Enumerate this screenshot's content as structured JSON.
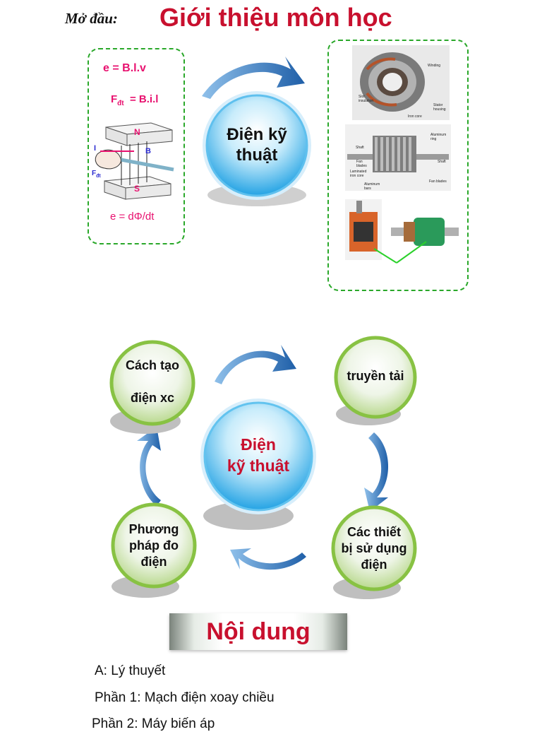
{
  "header": {
    "intro_label": "Mở đầu:",
    "title": "Giới thiệu môn học"
  },
  "formulas": {
    "emf": "e  =  B.l.v",
    "force_sym": "F",
    "force_sub": "đt",
    "force_rhs": "= B.i.l",
    "faraday": "e = dΦ/dt",
    "diagram_labels": {
      "north": "N",
      "south": "S",
      "b_field": "B",
      "current": "I",
      "force_sym": "F",
      "force_sub": "đt"
    }
  },
  "center_orb_top": {
    "line1": "Điện kỹ",
    "line2": "thuật"
  },
  "photos": {
    "stator_labels": [
      "Winding",
      "Slot insulation",
      "Stator housing",
      "Iron core"
    ],
    "rotor_labels": [
      "Aluminum ring",
      "Shaft",
      "Fan blades",
      "Laminated iron core",
      "Aluminum bars",
      "Shaft",
      "Fan blades"
    ]
  },
  "cycle": {
    "center_line1": "Điện",
    "center_line2": "kỹ thuật",
    "nodes": {
      "generation_line1": "Cách tạo",
      "generation_line2": "điện xc",
      "transmission": "truyền tải",
      "devices_line1": "Các thiết",
      "devices_line2": "bị sử dụng",
      "devices_line3": "điện",
      "measurement_line1": "Phương",
      "measurement_line2": "pháp đo",
      "measurement_line3": "điện"
    }
  },
  "section": {
    "title": "Nội dung"
  },
  "outline": [
    "A:  Lý thuyết",
    "Phần 1: Mạch điện xoay chiều",
    "Phần 2: Máy biến áp"
  ],
  "colors": {
    "title_red": "#c8102e",
    "formula_magenta": "#e8116f",
    "dash_green": "#2aa82a",
    "arrow_blue": "#1f5fa8",
    "orb_blue": "#2aa6e6",
    "node_green": "#8cc63f"
  }
}
